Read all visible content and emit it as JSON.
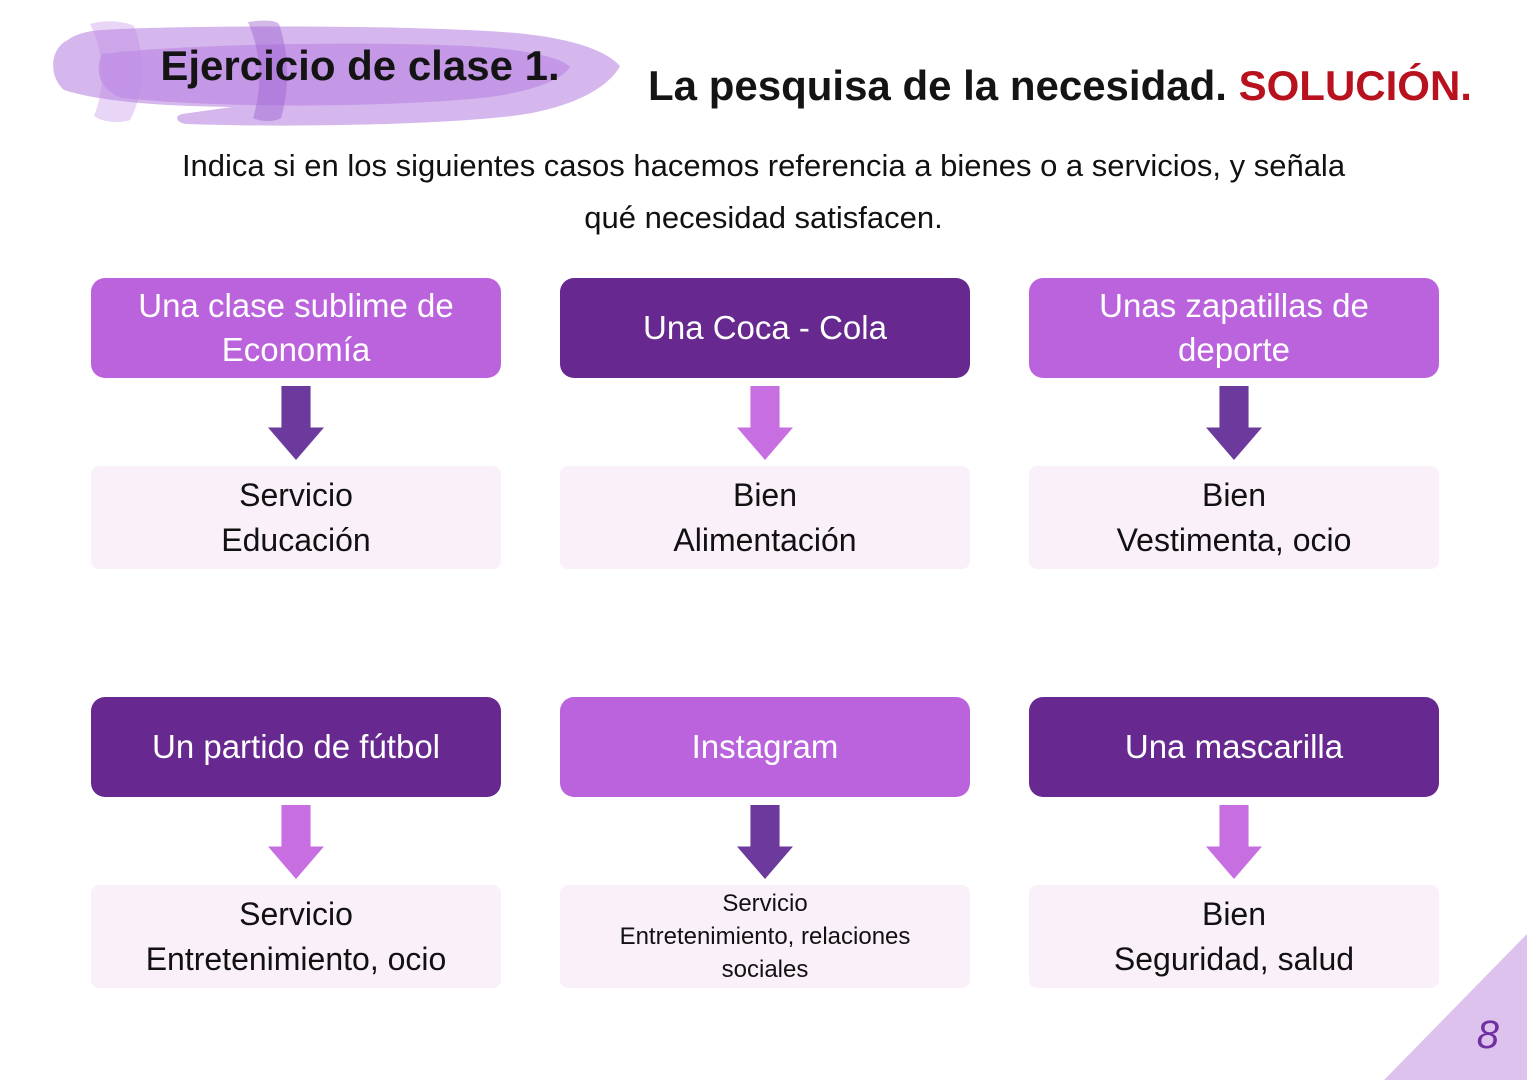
{
  "header": {
    "exercise_title": "Ejercicio de clase 1.",
    "heading": "La pesquisa de la necesidad.",
    "solution": "SOLUCIÓN.",
    "instructions_line1": "Indica si en los siguientes casos hacemos referencia a bienes o a servicios, y señala",
    "instructions_line2": "qué necesidad satisfacen."
  },
  "items": [
    {
      "label": "Una clase sublime de Economía",
      "box_color": "medium-purple",
      "arrow_color": "dark-purple",
      "result": [
        "Servicio",
        "Educación",
        ""
      ]
    },
    {
      "label": "Una Coca - Cola",
      "box_color": "dark-purple",
      "arrow_color": "light-purple",
      "result": [
        "Bien",
        "Alimentación",
        ""
      ]
    },
    {
      "label": "Unas zapatillas de deporte",
      "box_color": "medium-purple",
      "arrow_color": "dark-purple",
      "result": [
        "Bien",
        "Vestimenta, ocio",
        ""
      ]
    },
    {
      "label": "Un partido de fútbol",
      "box_color": "dark-purple",
      "arrow_color": "light-purple",
      "result": [
        "Servicio",
        "Entretenimiento, ocio",
        ""
      ]
    },
    {
      "label": "Instagram",
      "box_color": "medium-purple",
      "arrow_color": "dark-purple",
      "result": [
        "Servicio",
        "Entretenimiento, relaciones",
        "sociales"
      ]
    },
    {
      "label": "Una mascarilla",
      "box_color": "dark-purple",
      "arrow_color": "light-purple",
      "result": [
        "Bien",
        "Seguridad, salud",
        ""
      ]
    }
  ],
  "footer": {
    "page_number": "8"
  },
  "colors": {
    "box_medium": "#ba63dc",
    "box_dark": "#67298f",
    "result_bg": "#faf0fa",
    "arrow_dark": "#6b3a9c",
    "arrow_light": "#c76fe1",
    "solution_red": "#b9121f",
    "corner_triangle": "#dec2ee",
    "page_number": "#7030a0"
  }
}
